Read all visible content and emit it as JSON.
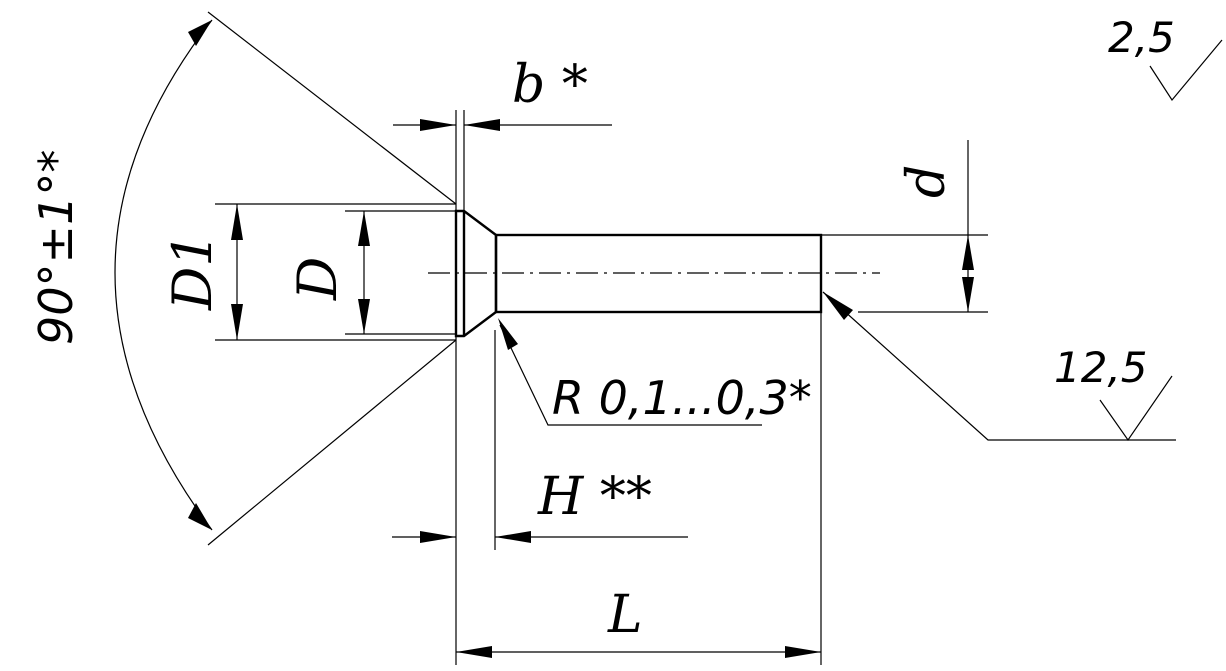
{
  "labels": {
    "angle": "90°±1°*",
    "b": "b *",
    "d": "d",
    "D1": "D1",
    "D": "D",
    "radius": "R 0,1...0,3*",
    "H": "H **",
    "L": "L",
    "roughness_general": "2,5",
    "roughness_end": "12,5"
  }
}
